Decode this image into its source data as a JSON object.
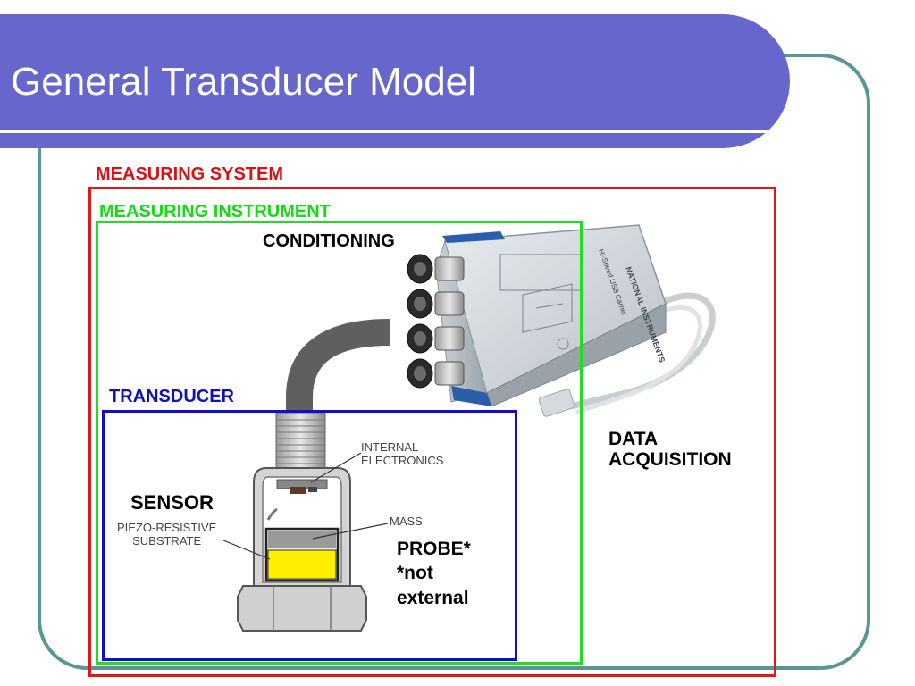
{
  "slide": {
    "title": "General Transducer Model"
  },
  "labels": {
    "measuring_system": "MEASURING SYSTEM",
    "measuring_instrument": "MEASURING INSTRUMENT",
    "conditioning": "CONDITIONING",
    "transducer": "TRANSDUCER",
    "data_acquisition": [
      "DATA",
      "ACQUISITION"
    ],
    "sensor": "SENSOR",
    "probe": [
      "PROBE*",
      "*not",
      "external"
    ]
  },
  "sensor_diagram": {
    "internal_electronics": [
      "INTERNAL",
      "ELECTRONICS"
    ],
    "mass": "MASS",
    "piezo_resistive_substrate": [
      "PIEZO-RESISTIVE",
      "SUBSTRATE"
    ]
  },
  "colors": {
    "title_bar": "#6766cc",
    "frame": "#5a9695",
    "measuring_system": "#e01818",
    "measuring_instrument": "#22dd22",
    "transducer": "#1010cc",
    "substrate": "#ffee00"
  }
}
